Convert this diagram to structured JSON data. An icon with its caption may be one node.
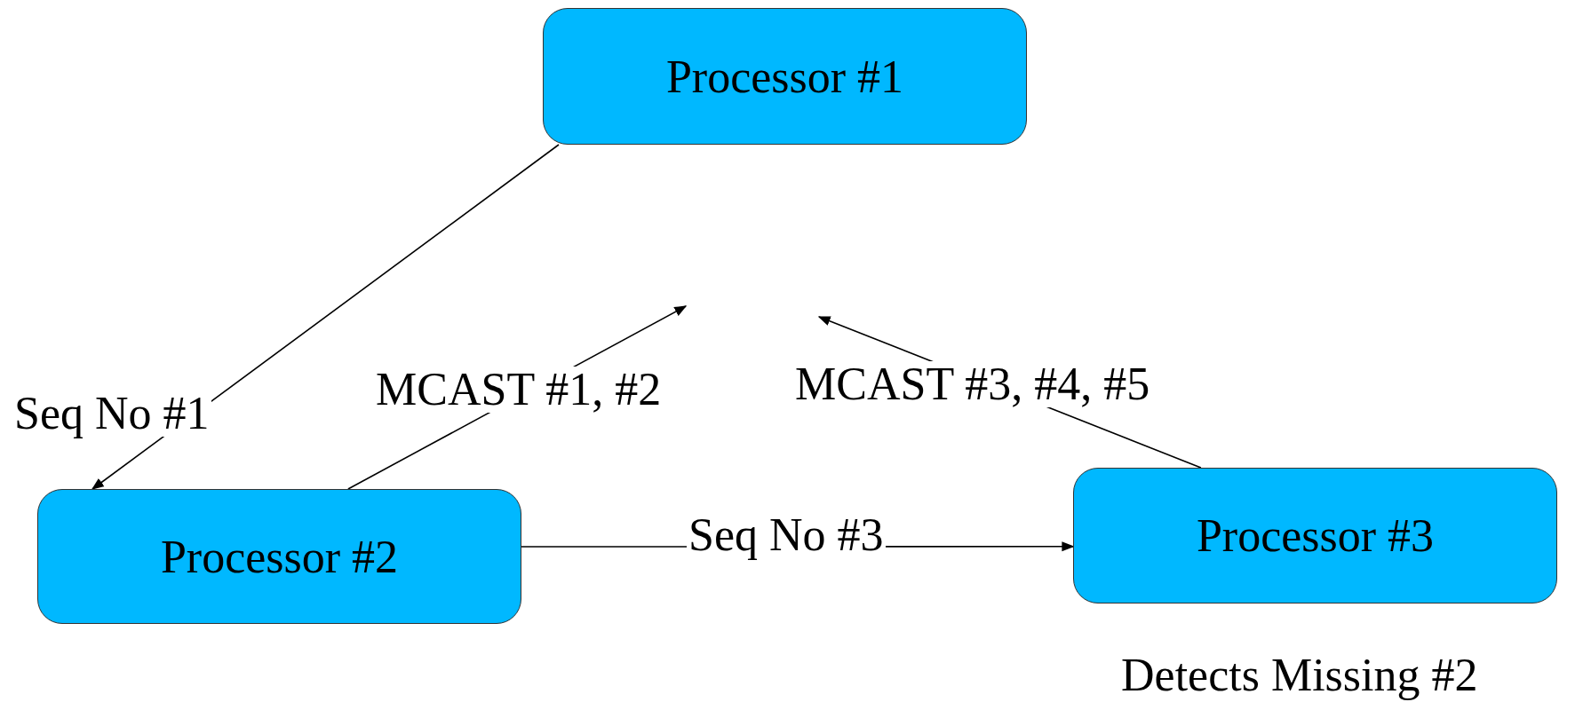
{
  "diagram": {
    "nodes": [
      {
        "text": [
          "Processor #1"
        ]
      },
      {
        "text": [
          "Processor #2"
        ]
      },
      {
        "text": [
          "Processor #3"
        ],
        "beside": [
          "Detects Missing #2"
        ]
      }
    ],
    "edges": [
      {
        "from": 0,
        "to": 1,
        "arrow": "to",
        "label": "Seq No #1"
      },
      {
        "from": 1,
        "to": null,
        "arrow": "to",
        "label": "MCAST #1, #2"
      },
      {
        "from": 2,
        "to": null,
        "arrow": "to",
        "label": "MCAST #3, #4, #5"
      },
      {
        "from": 1,
        "to": 2,
        "arrow": "to",
        "label": "Seq No #3"
      }
    ]
  }
}
